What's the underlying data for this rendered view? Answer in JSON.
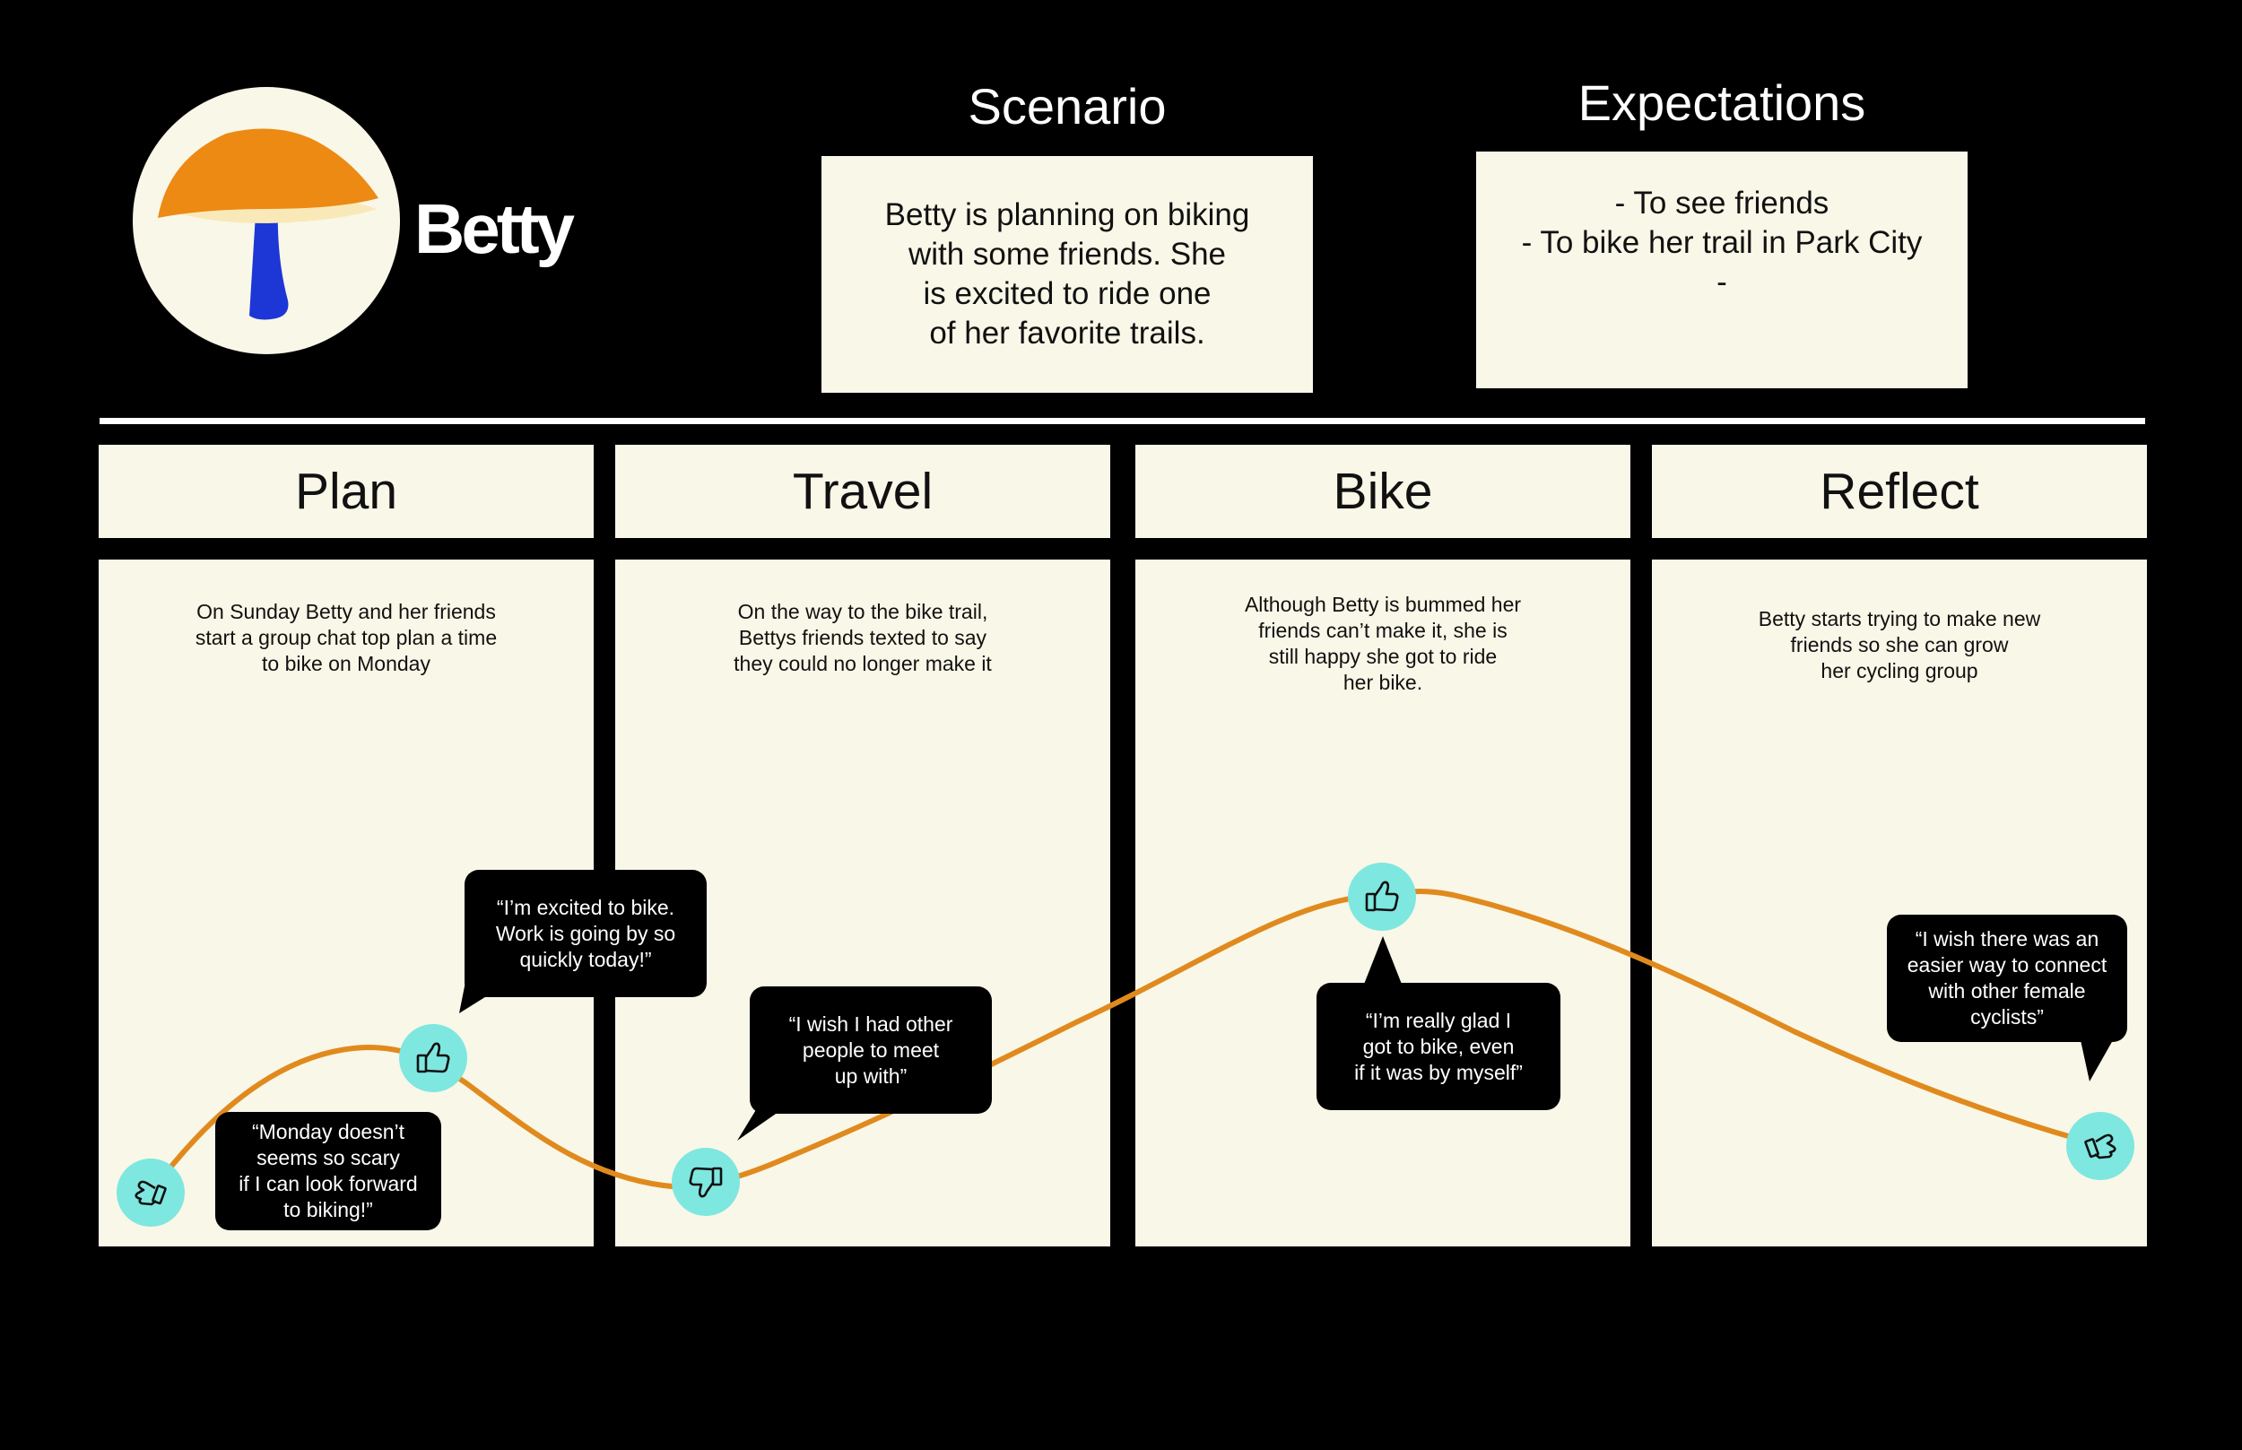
{
  "persona": {
    "name": "Betty",
    "avatar_icon": "mushroom-icon"
  },
  "scenario": {
    "heading": "Scenario",
    "text": "Betty is planning on biking\nwith some friends. She\nis excited to ride one\nof her favorite trails."
  },
  "expectations": {
    "heading": "Expectations",
    "text": "- To see friends\n- To bike her trail in Park City\n-"
  },
  "stages": [
    {
      "title": "Plan",
      "description": "On Sunday Betty and her friends\nstart a group chat top plan a time\nto bike on Monday"
    },
    {
      "title": "Travel",
      "description": "On the way to the bike trail,\nBettys friends texted to say\nthey could no longer make it"
    },
    {
      "title": "Bike",
      "description": "Although Betty is bummed her\nfriends can’t make it, she is\nstill happy she got to ride\nher bike."
    },
    {
      "title": "Reflect",
      "description": "Betty starts trying to make new\nfriends so she can grow\nher cycling group"
    }
  ],
  "quotes": [
    {
      "text": "“Monday doesn’t\nseems so scary\nif I can look forward\nto biking!”",
      "sentiment": "neutral"
    },
    {
      "text": "“I’m excited to bike.\nWork is going by so\nquickly today!”",
      "sentiment": "positive"
    },
    {
      "text": "“I wish I had other\npeople to meet\nup with”",
      "sentiment": "negative"
    },
    {
      "text": "“I’m really glad I\ngot to bike, even\nif it was by myself”",
      "sentiment": "positive"
    },
    {
      "text": "“I wish there was an\neasier way to connect\nwith other female\ncyclists”",
      "sentiment": "neutral"
    }
  ],
  "colors": {
    "background": "#000000",
    "panel": "#f9f7e8",
    "curve": "#e08a1e",
    "marker": "#7ee7e0",
    "mushroom_cap": "#ec8a13",
    "mushroom_stem": "#1c37d6"
  },
  "icons": {
    "neutral": "thumb-sideways-icon",
    "positive": "thumbs-up-icon",
    "negative": "thumbs-down-icon"
  }
}
